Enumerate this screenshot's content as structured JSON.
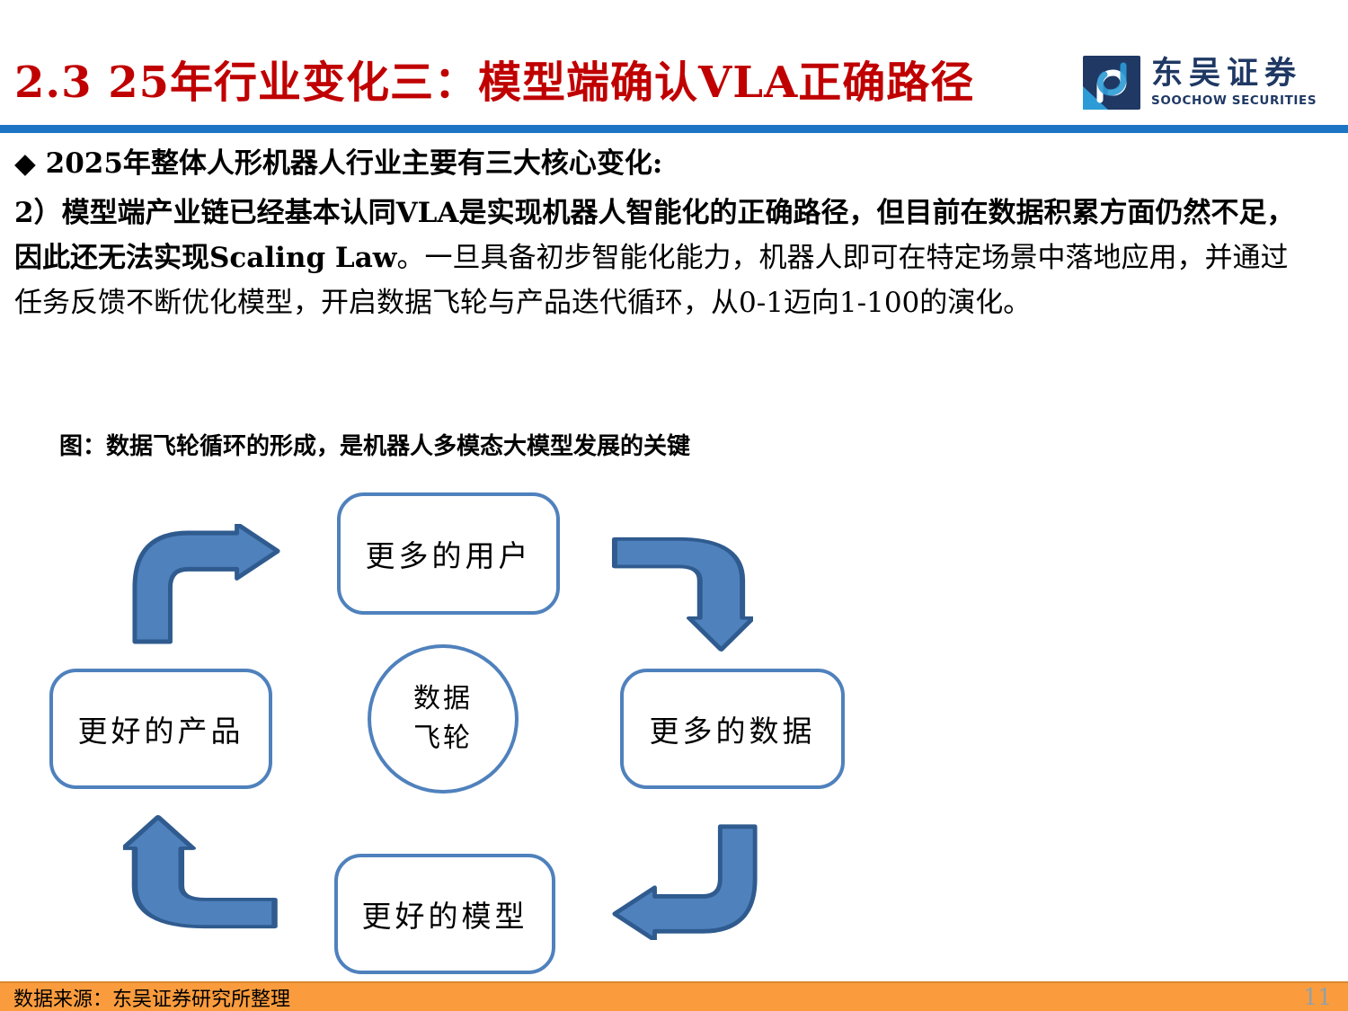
{
  "header": {
    "title": "2.3 25年行业变化三：模型端确认VLA正确路径",
    "logo_cn": "东吴证券",
    "logo_en": "SOOCHOW SECURITIES"
  },
  "body": {
    "bullet": "◆",
    "heading": "2025年整体人形机器人行业主要有三大核心变化:",
    "para_bold": "2）模型端产业链已经基本认同VLA是实现机器人智能化的正确路径，但目前在数据积累方面仍然不足，因此还无法实现Scaling Law",
    "para_regular": "。一旦具备初步智能化能力，机器人即可在特定场景中落地应用，并通过任务反馈不断优化模型，开启数据飞轮与产品迭代循环，从0-1迈向1-100的演化。"
  },
  "figure": {
    "caption": "图：数据飞轮循环的形成，是机器人多模态大模型发展的关键",
    "hub_line1": "数据",
    "hub_line2": "飞轮",
    "nodes": {
      "top": "更多的用户",
      "right": "更多的数据",
      "bottom": "更好的模型",
      "left": "更好的产品"
    },
    "flow_order": [
      "更好的产品",
      "更多的用户",
      "更多的数据",
      "更好的模型"
    ]
  },
  "footer": {
    "source": "数据来源：东吴证券研究所整理",
    "page": "11"
  },
  "colors": {
    "title_red": "#C00000",
    "divider_blue": "#1B74C4",
    "shape_blue": "#4F81BD",
    "arrow_stroke": "#2F5B8F",
    "footer_orange": "#FA9C3E",
    "logo_navy": "#1F3864",
    "logo_lightblue": "#2D9BD5"
  }
}
